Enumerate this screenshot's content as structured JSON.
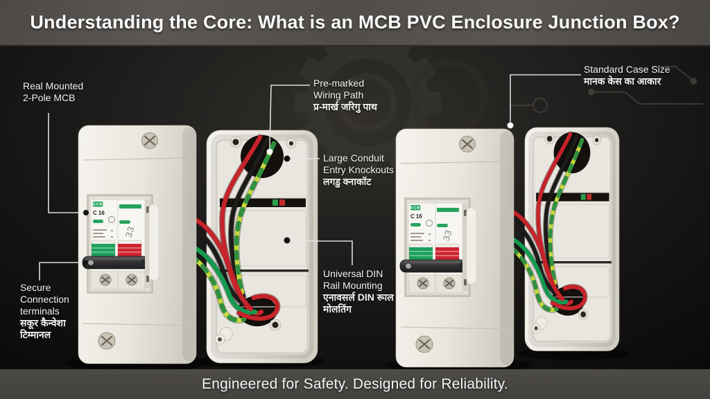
{
  "title_bar": {
    "text": "Understanding the Core: What is an MCB PVC Enclosure Junction Box?"
  },
  "footer_bar": {
    "text": "Engineered for Safety. Designed for Reliability."
  },
  "callouts": {
    "real_mounted_mcb": {
      "line1": "Real Mounted",
      "line2": "2-Pole MCB"
    },
    "pre_marked_wiring_path": {
      "line1": "Pre-marked",
      "line2": "Wiring Path",
      "hindi": "प्र-मार्ख जरिगु पाथ"
    },
    "large_conduit_knockouts": {
      "line1": "Large Conduit",
      "line2": "Entry Knockouts",
      "hindi": "लगडु क्नाकॉट"
    },
    "universal_din_rail": {
      "line1": "Universal DIN",
      "line2": "Rail Mounting",
      "hindi1": "एनावसर्ल DIN रूाल",
      "hindi2": "मोलतिंग"
    },
    "standard_case_size": {
      "line1": "Standard Case Size",
      "hindi": "मानक केस का आकार"
    },
    "secure_connection_terminals": {
      "line1": "Secure",
      "line2": "Connection",
      "line3": "terminals",
      "hindi1": "सकूर कैन्वेशा",
      "hindi2": "टिम्मानल"
    }
  },
  "mcb": {
    "rating_label": "C 16",
    "pole_marking": "33",
    "brand_mark": "ECB"
  },
  "colors": {
    "case_white": "#edeae3",
    "toggle_green": "#1da05a",
    "toggle_red": "#cd2430",
    "wire_red": "#c4242a",
    "wire_black": "#1d1c1b",
    "wire_green": "#149a50",
    "wire_earth": "#c9d83d",
    "background": "#141312",
    "banner_gray": "#53504d",
    "label_text": "#f3f3f1"
  }
}
